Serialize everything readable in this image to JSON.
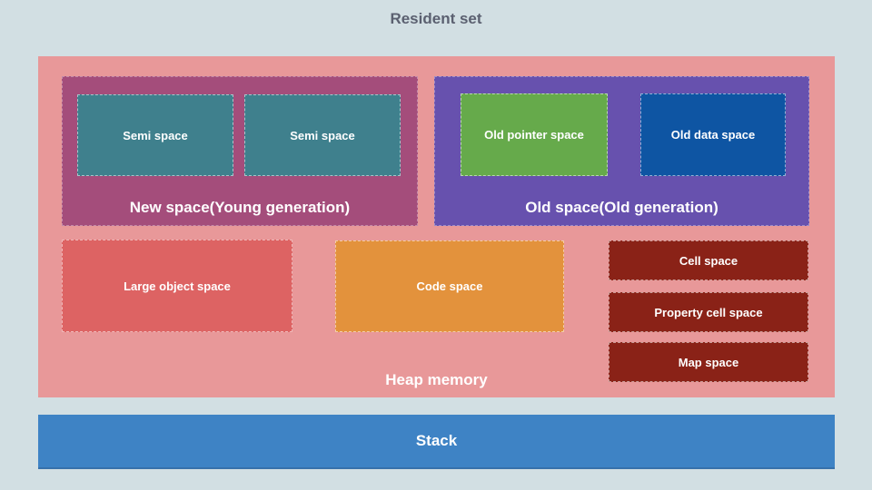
{
  "title": "Resident set",
  "heap": {
    "label": "Heap memory",
    "new_space": {
      "label": "New space(Young generation)",
      "semi_spaces": [
        "Semi space",
        "Semi space"
      ]
    },
    "old_space": {
      "label": "Old space(Old generation)",
      "old_pointer_space": "Old pointer space",
      "old_data_space": "Old data space"
    },
    "large_object_space": "Large object space",
    "code_space": "Code space",
    "cell_spaces": [
      "Cell space",
      "Property cell space",
      "Map space"
    ]
  },
  "stack": {
    "label": "Stack"
  },
  "colors": {
    "background": "#d2dfe3",
    "title_text": "#5b6070",
    "label_text": "#ffffff",
    "heap": "#e89899",
    "new_space": "#a44d7b",
    "semi_space": "#3f808d",
    "old_space": "#6751ae",
    "old_pointer_space": "#66aa4b",
    "old_data_space": "#0e55a3",
    "large_object_space": "#dd6363",
    "code_space": "#e3923c",
    "cell_space": "#8a2217",
    "stack": "#3e83c5"
  }
}
